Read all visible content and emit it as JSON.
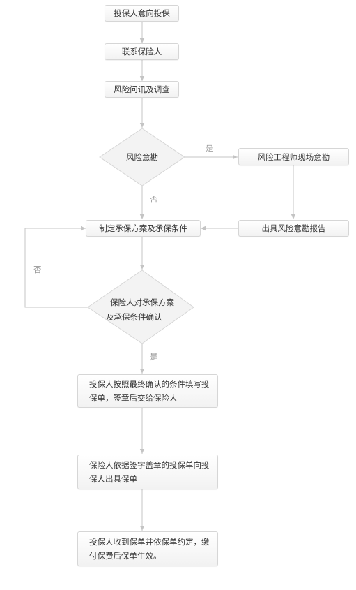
{
  "nodes": {
    "start": "投保人意向投保",
    "contact": "联系保险人",
    "inquiry": "风险问讯及调查",
    "survey_decision": "风险意勘",
    "engineer_survey": "风险工程师现场意勘",
    "survey_report": "出具风险意勘报告",
    "plan": "制定承保方案及承保条件",
    "confirm_line1": "保险人对承保方案",
    "confirm_line2": "及承保条件确认",
    "fill_form": "投保人按照最终确认的条件填写投保单，签章后交给保险人",
    "issue_policy": "保险人依据签字盖章的投保单向投保人出具保单",
    "effective": "投保人收到保单并依保单约定，缴付保费后保单生效。"
  },
  "edge_labels": {
    "survey_yes": "是",
    "survey_no": "否",
    "confirm_no": "否",
    "confirm_yes": "是"
  },
  "colors": {
    "connector": "#c4c4c4",
    "node_border": "#d6d6d6",
    "label_gray": "#999999"
  }
}
